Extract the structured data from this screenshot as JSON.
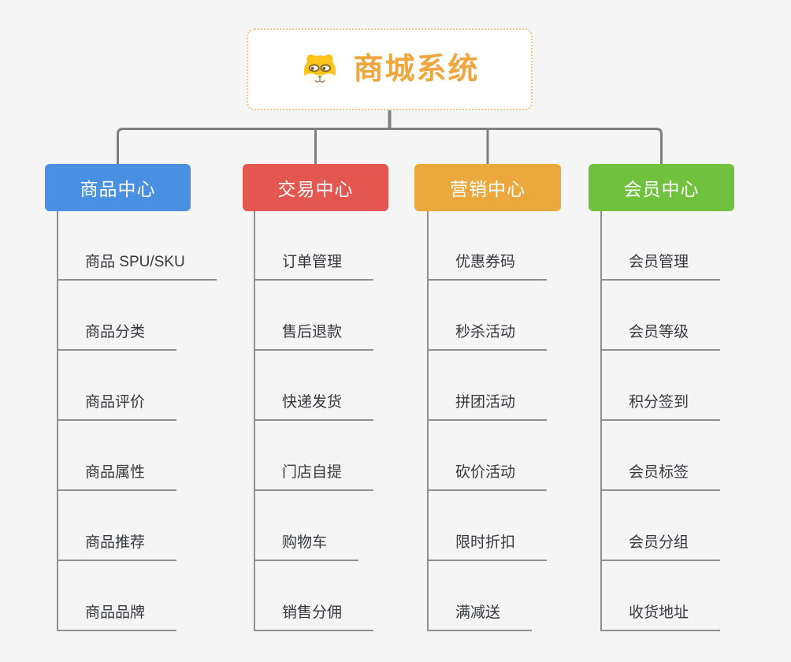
{
  "page": {
    "background": "#f5f5f6"
  },
  "root": {
    "label": "商城系统",
    "icon": "dog-face-icon",
    "text_color": "#f0a63e",
    "border_color": "#f5c382",
    "background": "#ffffff"
  },
  "connectors": {
    "color": "#7f7f7f",
    "child_line_color": "#8f8f8f"
  },
  "branches": [
    {
      "id": "product-center",
      "label": "商品中心",
      "color": "#4a90e2",
      "children": [
        "商品 SPU/SKU",
        "商品分类",
        "商品评价",
        "商品属性",
        "商品推荐",
        "商品品牌"
      ]
    },
    {
      "id": "trade-center",
      "label": "交易中心",
      "color": "#e45750",
      "children": [
        "订单管理",
        "售后退款",
        "快递发货",
        "门店自提",
        "购物车",
        "销售分佣"
      ]
    },
    {
      "id": "marketing-center",
      "label": "营销中心",
      "color": "#eaa83d",
      "children": [
        "优惠券码",
        "秒杀活动",
        "拼团活动",
        "砍价活动",
        "限时折扣",
        "满减送"
      ]
    },
    {
      "id": "member-center",
      "label": "会员中心",
      "color": "#6fc13e",
      "children": [
        "会员管理",
        "会员等级",
        "积分签到",
        "会员标签",
        "会员分组",
        "收货地址"
      ]
    }
  ]
}
